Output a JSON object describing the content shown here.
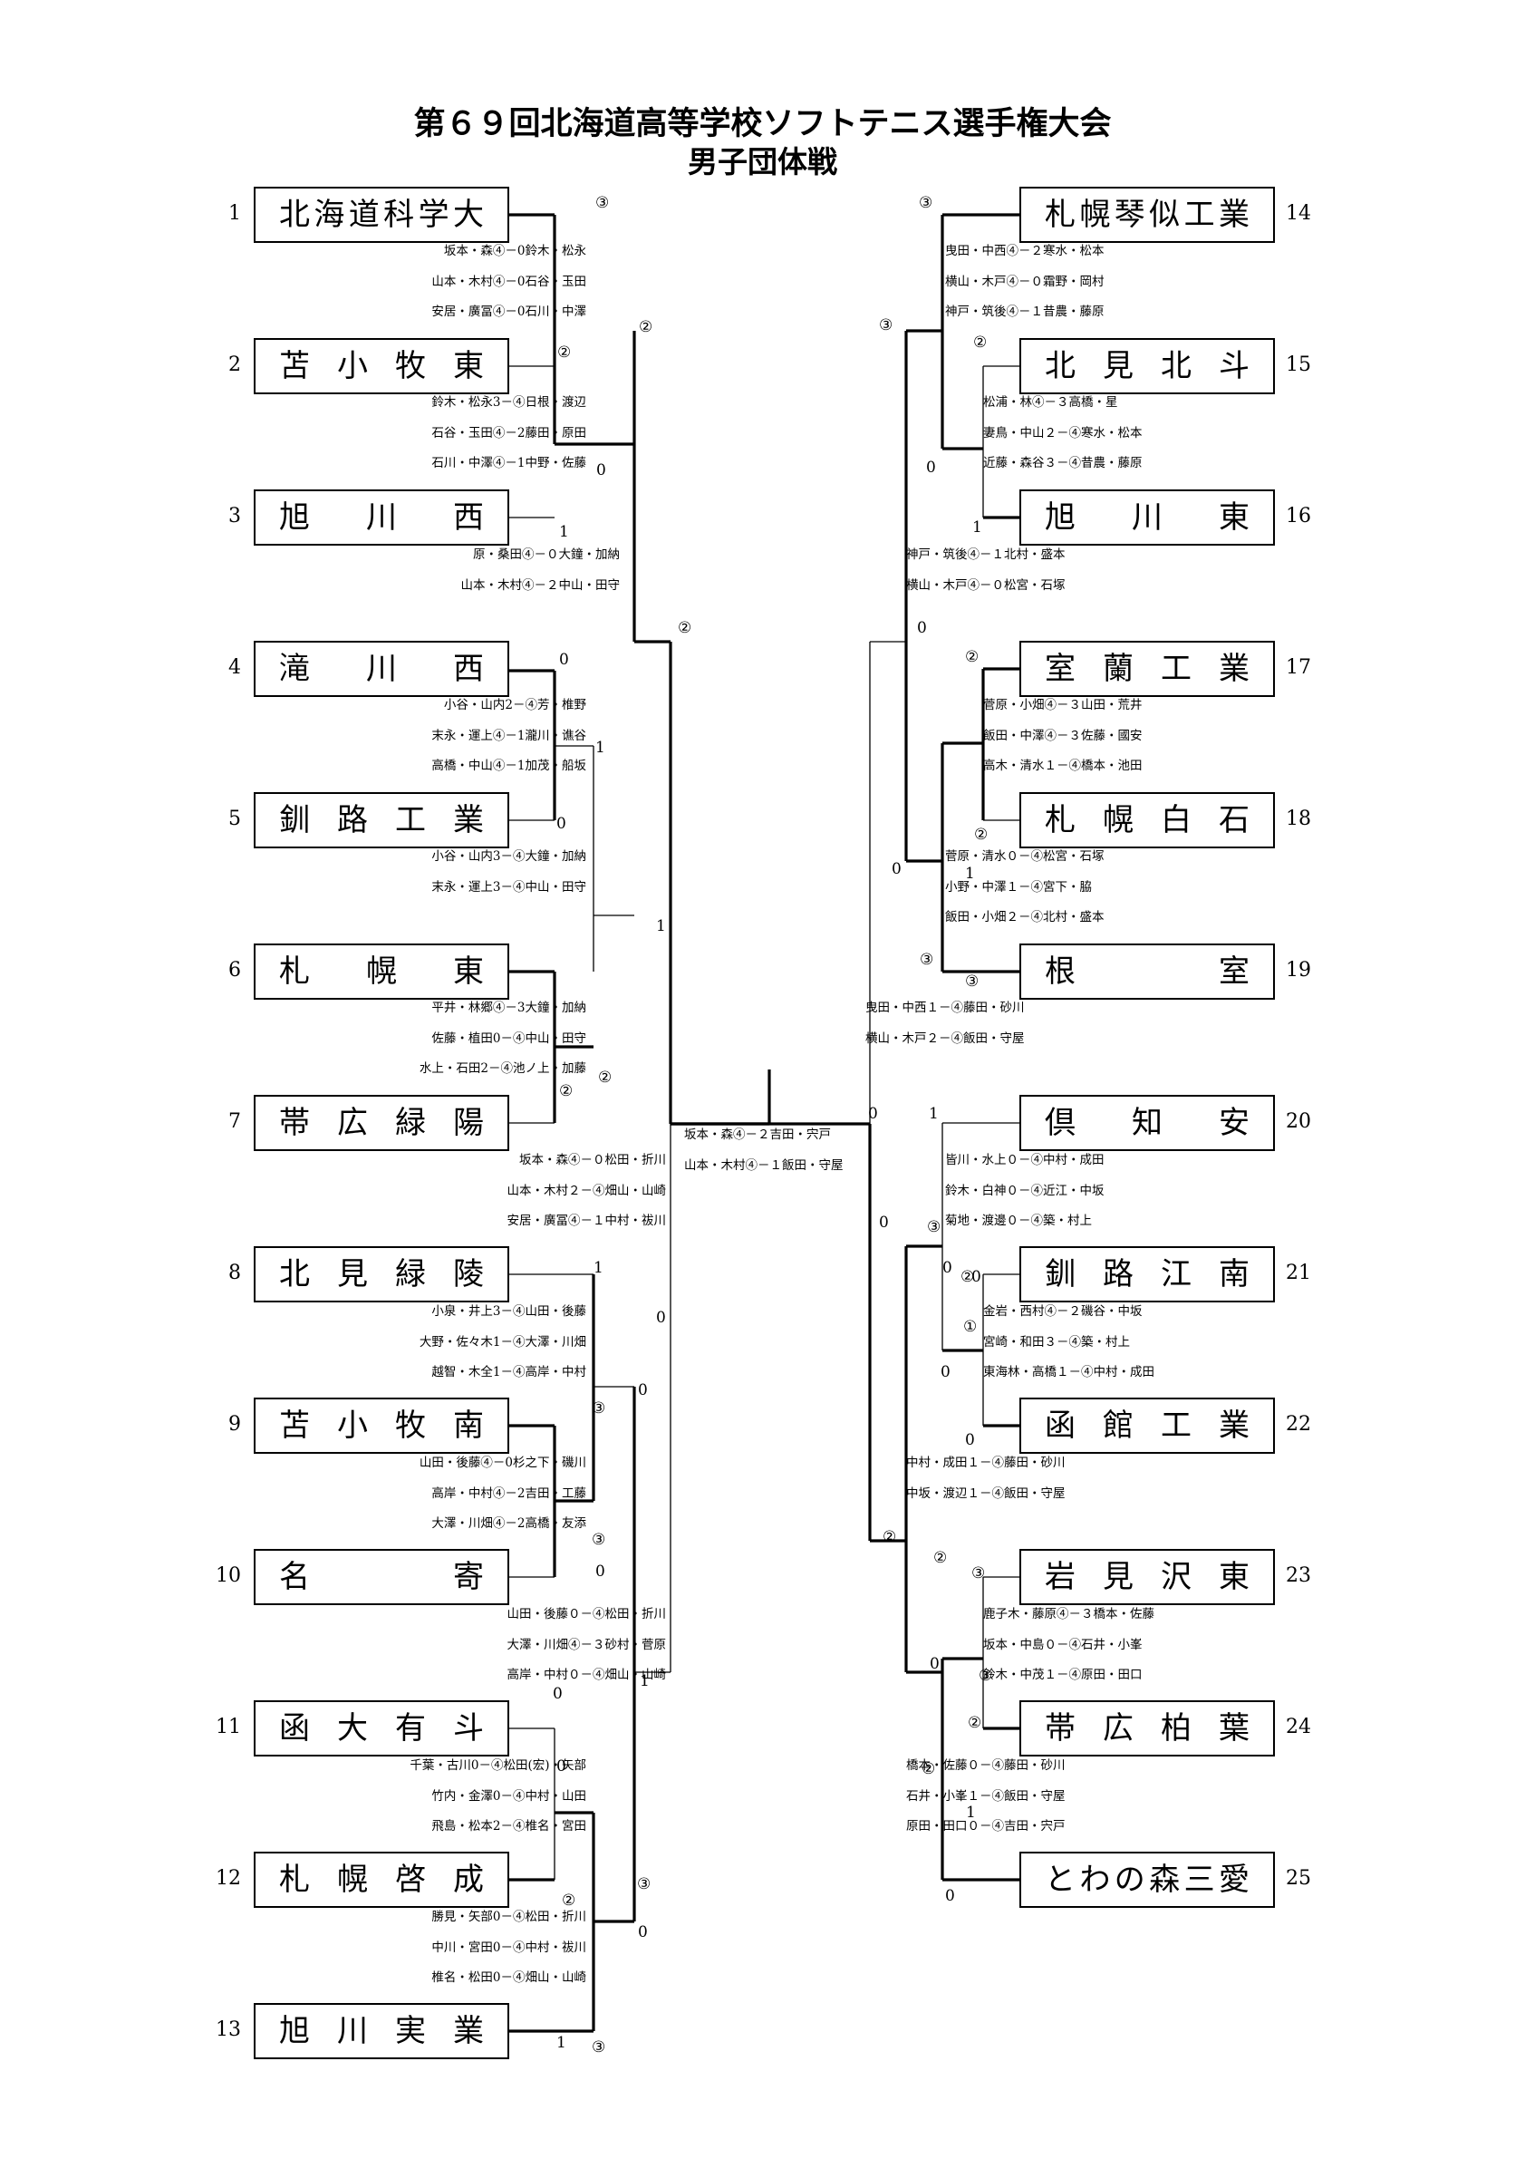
{
  "title": "第６９回北海道高等学校ソフトテニス選手権大会",
  "subtitle": "男子団体戦",
  "teams_left": [
    {
      "num": "1",
      "name": "北海道科学大"
    },
    {
      "num": "2",
      "name": "苫小牧東"
    },
    {
      "num": "3",
      "name": "旭川西"
    },
    {
      "num": "4",
      "name": "滝川西"
    },
    {
      "num": "5",
      "name": "釧路工業"
    },
    {
      "num": "6",
      "name": "札幌東"
    },
    {
      "num": "7",
      "name": "帯広緑陽"
    },
    {
      "num": "8",
      "name": "北見緑陵"
    },
    {
      "num": "9",
      "name": "苫小牧南"
    },
    {
      "num": "10",
      "name": "名寄"
    },
    {
      "num": "11",
      "name": "函大有斗"
    },
    {
      "num": "12",
      "name": "札幌啓成"
    },
    {
      "num": "13",
      "name": "旭川実業"
    }
  ],
  "teams_right": [
    {
      "num": "14",
      "name": "札幌琴似工業"
    },
    {
      "num": "15",
      "name": "北見北斗"
    },
    {
      "num": "16",
      "name": "旭川東"
    },
    {
      "num": "17",
      "name": "室蘭工業"
    },
    {
      "num": "18",
      "name": "札幌白石"
    },
    {
      "num": "19",
      "name": "根室"
    },
    {
      "num": "20",
      "name": "倶知安"
    },
    {
      "num": "21",
      "name": "釧路江南"
    },
    {
      "num": "22",
      "name": "函館工業"
    },
    {
      "num": "23",
      "name": "岩見沢東"
    },
    {
      "num": "24",
      "name": "帯広柏葉"
    },
    {
      "num": "25",
      "name": "とわの森三愛"
    }
  ],
  "matches": [
    [
      "坂本・森④－0鈴木・松永",
      "山本・木村④－0石谷・玉田",
      "安居・廣冨④－0石川・中澤"
    ],
    [
      "鈴木・松永3－④日根・渡辺",
      "石谷・玉田④－2藤田・原田",
      "石川・中澤④－1中野・佐藤"
    ],
    [
      "原・桑田④－０大鐘・加納",
      "山本・木村④－２中山・田守"
    ],
    [
      "小谷・山内2－④芳・椎野",
      "末永・運上④－1瀧川・谯谷",
      "高橋・中山④－1加茂・船坂"
    ],
    [
      "小谷・山内3－④大鐘・加納",
      "末永・運上3－④中山・田守"
    ],
    [
      "平井・林郷④－3大鐘・加納",
      "佐藤・植田0－④中山・田守",
      "水上・石田2－④池ノ上・加藤"
    ],
    [
      "坂本・森④－０松田・折川",
      "山本・木村２－④畑山・山崎",
      "安居・廣冨④－１中村・祓川"
    ],
    [
      "小泉・井上3－④山田・後藤",
      "大野・佐々木1－④大澤・川畑",
      "越智・木全1－④高岸・中村"
    ],
    [
      "山田・後藤④－0杉之下・磯川",
      "高岸・中村④－2吉田・工藤",
      "大澤・川畑④－2高橋・友添"
    ],
    [
      "山田・後藤０－④松田・折川",
      "大澤・川畑④－３砂村・菅原",
      "高岸・中村０－④畑山・山崎"
    ],
    [
      "千葉・古川0－④松田(宏)・矢部",
      "竹内・金澤0－④中村・山田",
      "飛島・松本2－④椎名・宮田"
    ],
    [
      "勝見・矢部0－④松田・折川",
      "中川・宮田0－④中村・祓川",
      "椎名・松田0－④畑山・山崎"
    ],
    [
      "坂本・森④－２吉田・宍戸",
      "山本・木村④－１飯田・守屋"
    ],
    [
      "曳田・中西④－２寒水・松本",
      "横山・木戸④－０霜野・岡村",
      "神戸・筑後④－１昔農・藤原"
    ],
    [
      "松浦・林④－３高橋・星",
      "妻鳥・中山２－④寒水・松本",
      "近藤・森谷３－④昔農・藤原"
    ],
    [
      "神戸・筑後④－１北村・盛本",
      "横山・木戸④－０松宮・石塚"
    ],
    [
      "菅原・小畑④－３山田・荒井",
      "飯田・中澤④－３佐藤・國安",
      "高木・清水１－④橋本・池田"
    ],
    [
      "菅原・清水０－④松宮・石塚",
      "小野・中澤１－④宮下・脇",
      "飯田・小畑２－④北村・盛本"
    ],
    [
      "曳田・中西１－④藤田・砂川",
      "横山・木戸２－④飯田・守屋"
    ],
    [
      "皆川・水上０－④中村・成田",
      "鈴木・白神０－④近江・中坂",
      "菊地・渡邊０－④築・村上"
    ],
    [
      "金岩・西村④－２磯谷・中坂",
      "宮崎・和田３－④築・村上",
      "東海林・高橋１－④中村・成田"
    ],
    [
      "中村・成田１－④藤田・砂川",
      "中坂・渡辺１－④飯田・守屋"
    ],
    [
      "鹿子木・藤原④－３橋本・佐藤",
      "坂本・中島０－④石井・小峯",
      "鈴木・中茂１－④原田・田口"
    ],
    [
      "橋本・佐藤０－④藤田・砂川",
      "石井・小峯１－④飯田・守屋",
      "原田・田口０－④吉田・宍戸"
    ]
  ],
  "scores": [
    "③",
    "②",
    "0",
    "1",
    "②",
    "②",
    "0",
    "1",
    "0",
    "1",
    "②",
    "②",
    "0",
    "1",
    "0",
    "③",
    "③",
    "0",
    "0",
    "③",
    "0",
    "②",
    "1",
    "③",
    "1",
    "0",
    "③",
    "③",
    "①",
    "③",
    "②",
    "0",
    "1",
    "②",
    "0",
    "③",
    "②",
    "0",
    "1",
    "③",
    "0",
    "0",
    "0",
    "0",
    "1",
    "③",
    "②",
    "0",
    "②",
    "1",
    "0",
    "②",
    "②",
    "③",
    "0",
    "0",
    "②"
  ]
}
